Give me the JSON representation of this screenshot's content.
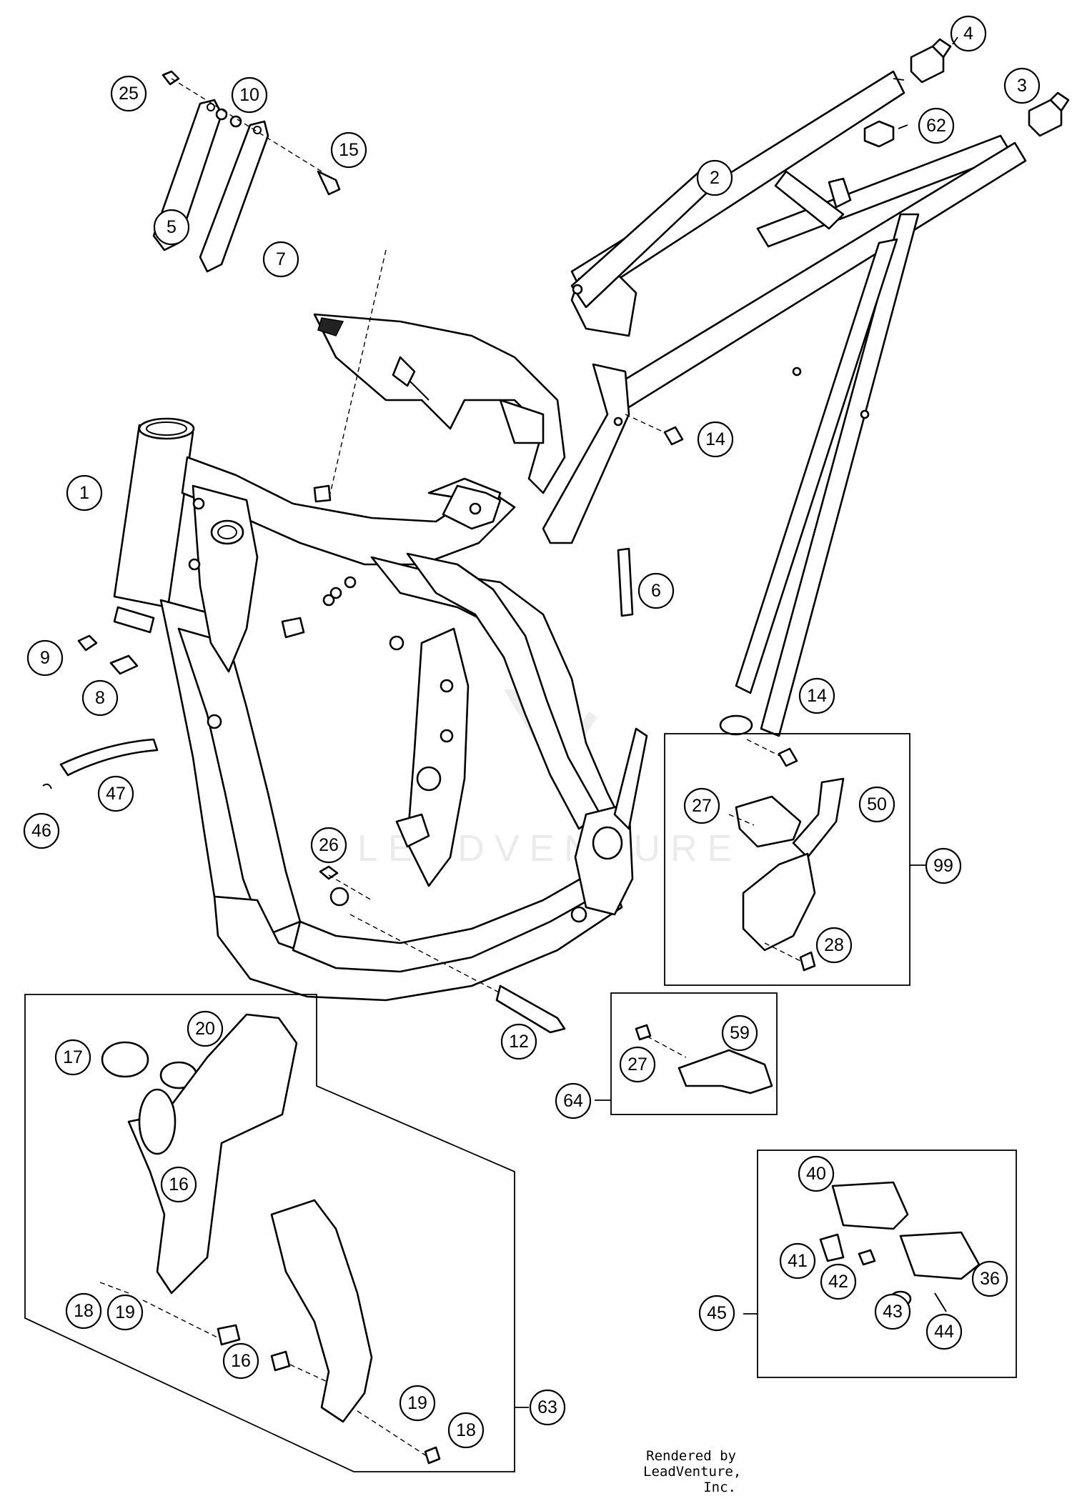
{
  "footer": "Rendered by LeadVenture, Inc.",
  "watermark": "LEADVENTURE",
  "callouts": [
    {
      "key": "c1",
      "label": "1"
    },
    {
      "key": "c2",
      "label": "2"
    },
    {
      "key": "c3",
      "label": "3"
    },
    {
      "key": "c4",
      "label": "4"
    },
    {
      "key": "c5",
      "label": "5"
    },
    {
      "key": "c6",
      "label": "6"
    },
    {
      "key": "c7",
      "label": "7"
    },
    {
      "key": "c8",
      "label": "8"
    },
    {
      "key": "c9",
      "label": "9"
    },
    {
      "key": "c10",
      "label": "10"
    },
    {
      "key": "c12",
      "label": "12"
    },
    {
      "key": "c14a",
      "label": "14"
    },
    {
      "key": "c14b",
      "label": "14"
    },
    {
      "key": "c15",
      "label": "15"
    },
    {
      "key": "c16a",
      "label": "16"
    },
    {
      "key": "c16b",
      "label": "16"
    },
    {
      "key": "c17",
      "label": "17"
    },
    {
      "key": "c18a",
      "label": "18"
    },
    {
      "key": "c18b",
      "label": "18"
    },
    {
      "key": "c19a",
      "label": "19"
    },
    {
      "key": "c19b",
      "label": "19"
    },
    {
      "key": "c20",
      "label": "20"
    },
    {
      "key": "c25",
      "label": "25"
    },
    {
      "key": "c26",
      "label": "26"
    },
    {
      "key": "c27a",
      "label": "27"
    },
    {
      "key": "c27b",
      "label": "27"
    },
    {
      "key": "c28",
      "label": "28"
    },
    {
      "key": "c36",
      "label": "36"
    },
    {
      "key": "c40",
      "label": "40"
    },
    {
      "key": "c41",
      "label": "41"
    },
    {
      "key": "c42",
      "label": "42"
    },
    {
      "key": "c43",
      "label": "43"
    },
    {
      "key": "c44",
      "label": "44"
    },
    {
      "key": "c45",
      "label": "45"
    },
    {
      "key": "c46",
      "label": "46"
    },
    {
      "key": "c47",
      "label": "47"
    },
    {
      "key": "c50",
      "label": "50"
    },
    {
      "key": "c59",
      "label": "59"
    },
    {
      "key": "c62",
      "label": "62"
    },
    {
      "key": "c63",
      "label": "63"
    },
    {
      "key": "c64",
      "label": "64"
    },
    {
      "key": "c99",
      "label": "99"
    }
  ]
}
